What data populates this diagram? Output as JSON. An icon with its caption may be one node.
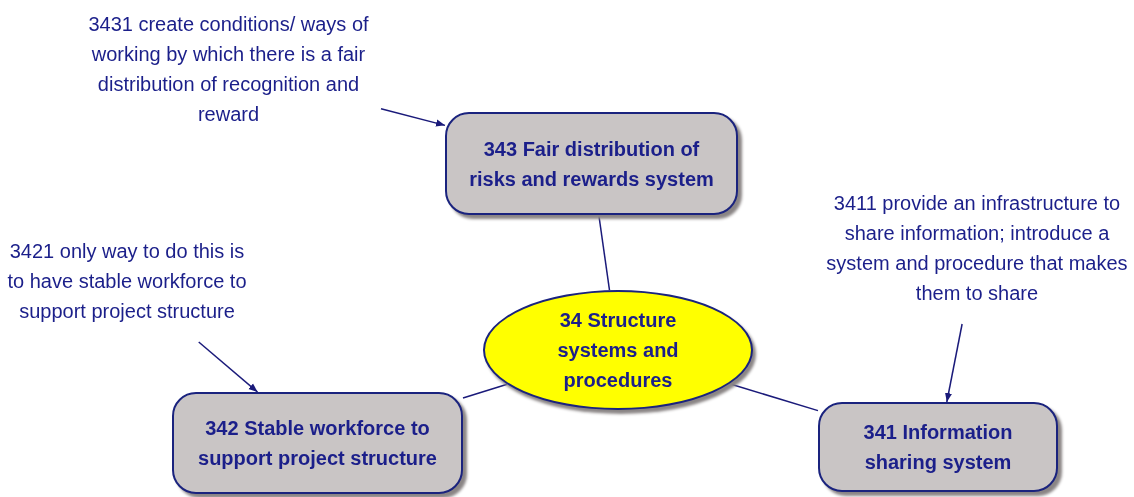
{
  "diagram": {
    "nodes": [
      {
        "text": [
          "3431  create conditions/ ways of working by which there is a fair distribution of recognition and reward"
        ]
      },
      {
        "text": [
          "343  Fair distribution of risks and rewards system"
        ]
      },
      {
        "text": [
          "3411  provide an infrastructure to share information; introduce a system and procedure that makes them to share"
        ]
      },
      {
        "text": [
          "3421  only way to do this is to have stable workforce to support project structure"
        ]
      },
      {
        "text": [
          "34  Structure systems and procedures"
        ]
      },
      {
        "text": [
          "342  Stable workforce to support project structure"
        ]
      },
      {
        "text": [
          "341  Information sharing system"
        ]
      }
    ],
    "edges": [
      {
        "from": 0,
        "to": 1,
        "arrow": "to"
      },
      {
        "from": 3,
        "to": 5,
        "arrow": "to"
      },
      {
        "from": 2,
        "to": 6,
        "arrow": "to"
      },
      {
        "from": 4,
        "to": 1,
        "arrow": "none"
      },
      {
        "from": 4,
        "to": 5,
        "arrow": "none"
      },
      {
        "from": 4,
        "to": 6,
        "arrow": "none"
      }
    ]
  }
}
